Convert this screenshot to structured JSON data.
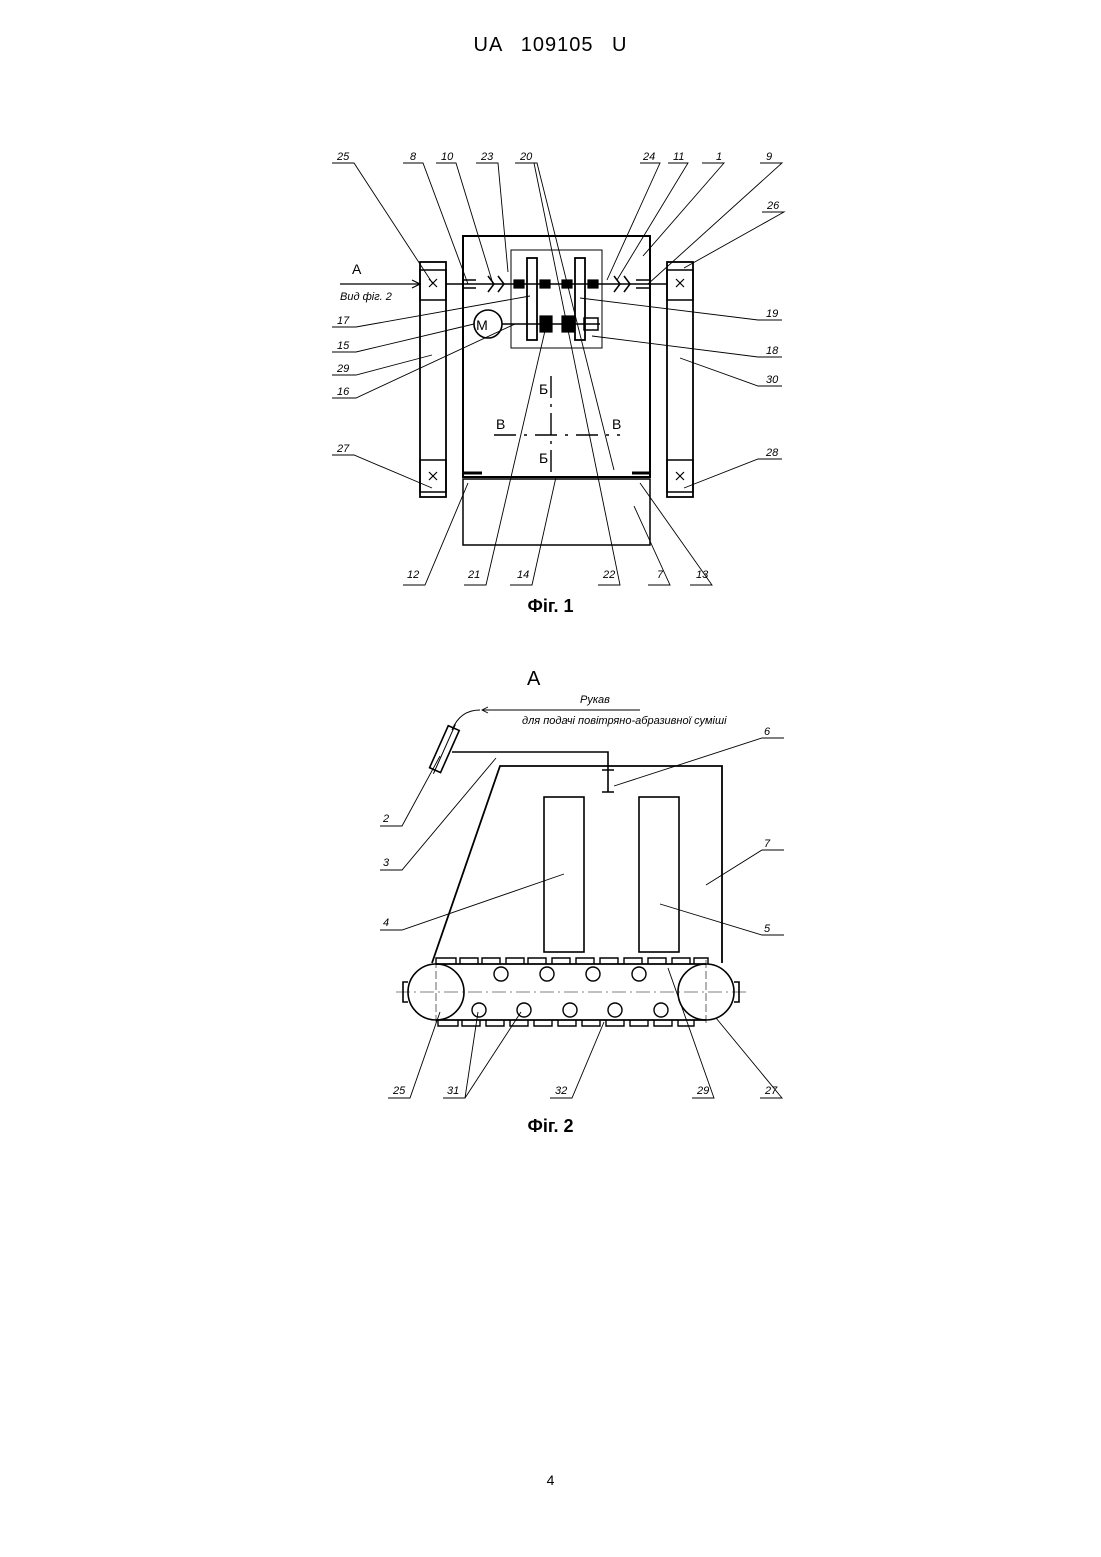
{
  "header": {
    "doc_number": "UA   109105   U"
  },
  "page_number": "4",
  "figure1": {
    "caption": "Фіг. 1",
    "view_mark": "А",
    "view_ref": "Вид фіг. 2",
    "motor_label": "М",
    "section_b_top": "Б",
    "section_b_bottom": "Б",
    "section_v_left": "В",
    "section_v_right": "В",
    "callouts": {
      "n25": "25",
      "n8": "8",
      "n10": "10",
      "n23": "23",
      "n20": "20",
      "n24": "24",
      "n11": "11",
      "n1": "1",
      "n9": "9",
      "n26": "26",
      "n17": "17",
      "n15": "15",
      "n29": "29",
      "n16": "16",
      "n19": "19",
      "n18": "18",
      "n30": "30",
      "n27": "27",
      "n28": "28",
      "n12": "12",
      "n21": "21",
      "n14": "14",
      "n22": "22",
      "n7": "7",
      "n13": "13"
    }
  },
  "figure2": {
    "caption": "Фіг. 2",
    "view_mark": "А",
    "hose_label": "Рукав",
    "hose_description": "для подачі повітряно-абразивної суміші",
    "callouts": {
      "n6": "6",
      "n2": "2",
      "n3": "3",
      "n7": "7",
      "n4": "4",
      "n5": "5",
      "n25": "25",
      "n31": "31",
      "n32": "32",
      "n29": "29",
      "n27": "27"
    }
  }
}
